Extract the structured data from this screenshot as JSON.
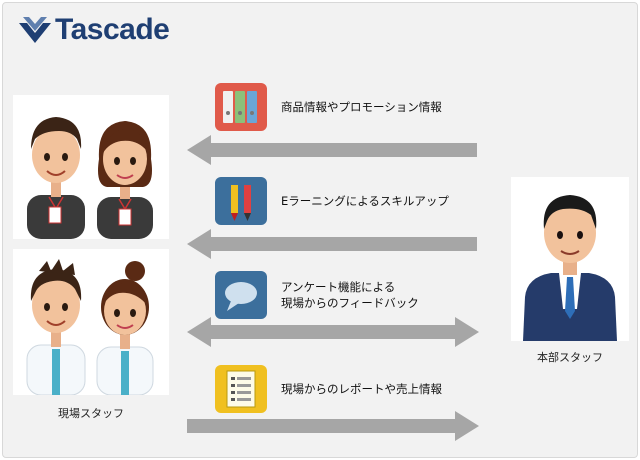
{
  "brand": {
    "name": "Tascade"
  },
  "groups": {
    "field_staff_label": "現場スタッフ",
    "hq_staff_label": "本部スタッフ"
  },
  "flows": [
    {
      "label": "商品情報やプロモーション情報",
      "icon": "binders-icon",
      "direction": "to-field"
    },
    {
      "label": "Eラーニングによるスキルアップ",
      "icon": "pencils-icon",
      "direction": "to-field"
    },
    {
      "label_line1": "アンケート機能による",
      "label_line2": "現場からのフィードバック",
      "icon": "speech-bubble-icon",
      "direction": "both"
    },
    {
      "label": "現場からのレポートや売上情報",
      "icon": "report-icon",
      "direction": "to-hq"
    }
  ],
  "colors": {
    "logo": "#1f3f73",
    "arrow": "#a6a6a6",
    "icon_red": "#e05a4a",
    "icon_blue": "#3c6f9c",
    "icon_yellow": "#f0c020"
  }
}
